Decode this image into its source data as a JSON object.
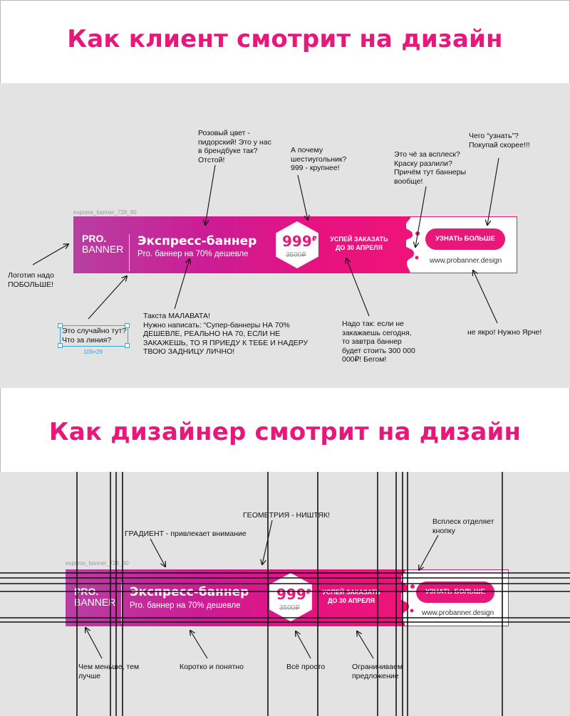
{
  "top": {
    "title": "Как клиент смотрит на дизайн",
    "frame_label": "express_banner_728_90",
    "banner": {
      "logo_line1": "PRO.",
      "logo_line2": "BANNER",
      "headline": "Экспресс-баннер",
      "subline": "Pro. баннер на 70% дешевле",
      "price": "999",
      "currency": "₽",
      "old_price": "3500₽",
      "offer_line1": "УСПЕЙ ЗАКАЗАТЬ",
      "offer_line2": "ДО 30 АПРЕЛЯ",
      "cta": "УЗНАТЬ БОЛЬШЕ",
      "url": "www.probanner.design"
    },
    "notes": [
      "Розовый цвет -\nпидорский! Это у нас\nв брендбуке так?\nОтстой!",
      "А почему\nшестиугольник?\n999 - крупнее!",
      "Это чё за всплеск?\nКраску разлили?\nПричём тут баннеры\nвообще!",
      "Чего “узнать”?\nПокупай скорее!!!",
      "Логотип надо\nПОБОЛЬШЕ!",
      "Такста МАЛАВАТА!\nНужно написать: “Супер-баннеры НА 70%\nДЕШЕВЛЕ, РЕАЛЬНО НА 70, ЕСЛИ НЕ\nЗАКАЖЕШЬ, ТО Я ПРИЕДУ К ТЕБЕ И НАДЕРУ\nТВОЮ ЗАДНИЦУ ЛИЧНО!",
      "Надо так: если не\nзакажаешь сегодня,\nто завтра баннер\nбудет стоить 300 000\n000₽! Бегом!",
      "не якро! Нужно Ярче!"
    ],
    "selection_text": "Это случайно тут?\nЧто за линия?",
    "selection_size": "109×29"
  },
  "bottom": {
    "title": "Как дизайнер смотрит на дизайн",
    "frame_label": "express_banner_728_90",
    "banner": {
      "logo_line1": "PRO.",
      "logo_line2": "BANNER",
      "headline": "Экспресс-баннер",
      "subline": "Pro. баннер на 70% дешевле",
      "price": "999",
      "currency": "₽",
      "old_price": "3500₽",
      "offer_line1": "УСПЕЙ ЗАКАЗАТЬ",
      "offer_line2": "ДО 30 АПРЕЛЯ",
      "cta": "УЗНАТЬ БОЛЬШЕ",
      "url": "www.probanner.design"
    },
    "notes": [
      "ГЕОМЕТРИЯ - НИШТЯК!",
      "ГРАДИЕНТ - привлекает внимание",
      "Всплеск отделяет\nкнопку",
      "Чем меньше, тем\nлучше",
      "Коротко и понятно",
      "Всё просто",
      "Ограничиваем\nпредложение"
    ]
  },
  "colors": {
    "accent": "#e8187a",
    "panel": "#e3e3e3",
    "gradient_start": "#b73fa1"
  }
}
